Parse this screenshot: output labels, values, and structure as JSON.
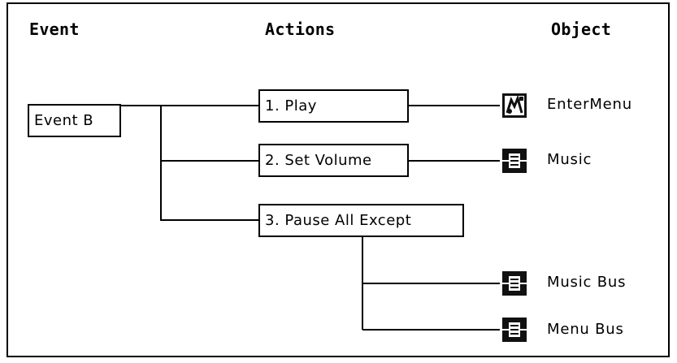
{
  "headers": {
    "event": "Event",
    "actions": "Actions",
    "object": "Object"
  },
  "event": {
    "label": "Event B"
  },
  "actions": [
    {
      "label": "1. Play"
    },
    {
      "label": "2. Set Volume"
    },
    {
      "label": "3. Pause All Except"
    }
  ],
  "objects": [
    {
      "label": "EnterMenu",
      "icon": "sound-object-icon"
    },
    {
      "label": "Music",
      "icon": "bus-icon"
    },
    {
      "label": "Music Bus",
      "icon": "bus-icon"
    },
    {
      "label": "Menu Bus",
      "icon": "bus-icon"
    }
  ]
}
